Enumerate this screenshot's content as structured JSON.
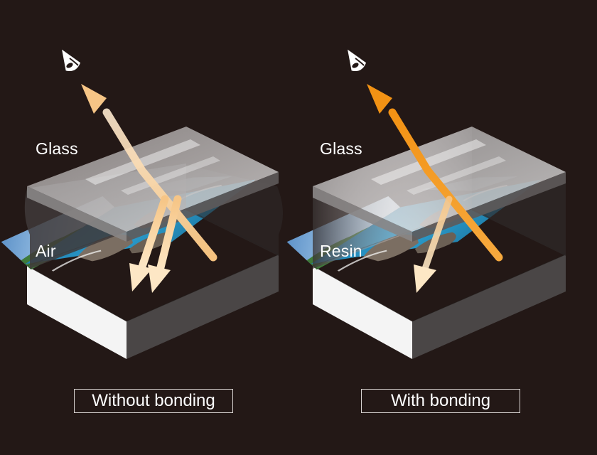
{
  "left_panel": {
    "glass_label": "Glass",
    "gap_label": "Air",
    "caption": "Without bonding"
  },
  "right_panel": {
    "glass_label": "Glass",
    "gap_label": "Resin",
    "caption": "With bonding"
  },
  "colors": {
    "background": "#231816",
    "arrow_light": "#f7c98e",
    "arrow_strong": "#f39a1e",
    "glass": "#b9b6b6",
    "panel_side": "#4a4646",
    "panel_front": "#f4f4f4"
  },
  "icons": [
    "eye-icon"
  ]
}
